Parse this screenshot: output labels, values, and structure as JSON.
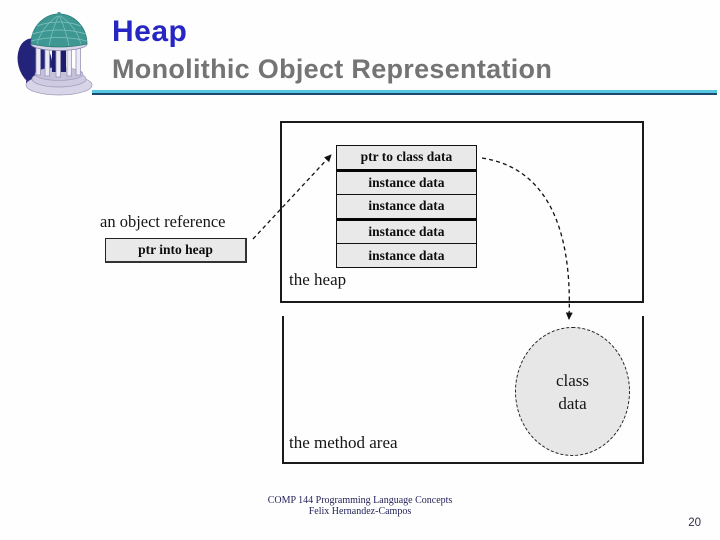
{
  "header": {
    "title": "Heap",
    "subtitle": "Monolithic Object Representation",
    "logo": "unc-old-well-logo"
  },
  "colors": {
    "title_blue": "#2626c4",
    "subtitle_gray": "#747474",
    "rule_light_cyan": "#55c8df",
    "rule_dark_navy": "#1e4a70",
    "box_fill_gray": "#e9e9e9",
    "diagram_ink": "#111111",
    "footer_navy": "#23235c"
  },
  "diagram": {
    "object_reference_label": "an object reference",
    "pointer_box_label": "ptr into heap",
    "heap_area_label": "the heap",
    "method_area_label": "the method area",
    "class_data_line1": "class",
    "class_data_line2": "data",
    "object_rows": [
      "ptr to class data",
      "instance data",
      "instance data",
      "instance data",
      "instance data"
    ]
  },
  "footer": {
    "line1": "COMP 144 Programming Language Concepts",
    "line2": "Felix Hernandez-Campos",
    "page_number": "20"
  }
}
